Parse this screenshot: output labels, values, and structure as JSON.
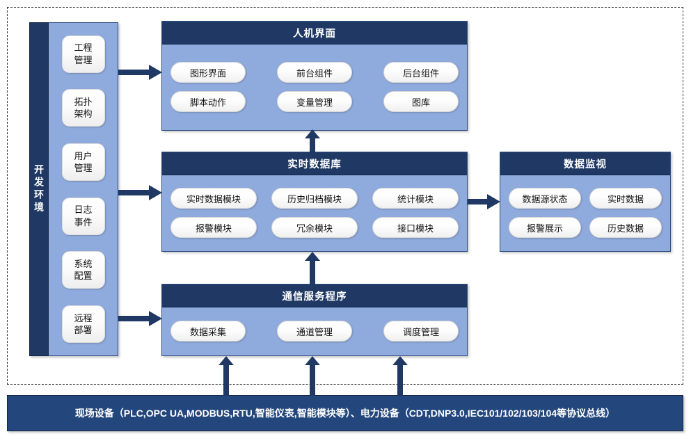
{
  "boundary": {
    "name": "system-boundary"
  },
  "dev_env": {
    "label": "开发环境",
    "buttons": [
      {
        "line1": "工程",
        "line2": "管理"
      },
      {
        "line1": "拓扑",
        "line2": "架构"
      },
      {
        "line1": "用户",
        "line2": "管理"
      },
      {
        "line1": "日志",
        "line2": "事件"
      },
      {
        "line1": "系统",
        "line2": "配置"
      },
      {
        "line1": "远程",
        "line2": "部署"
      }
    ]
  },
  "panels": {
    "hmi": {
      "title": "人机界面",
      "row1": [
        "图形界面",
        "前台组件",
        "后台组件"
      ],
      "row2": [
        "脚本动作",
        "变量管理",
        "图库"
      ]
    },
    "rtdb": {
      "title": "实时数据库",
      "row1": [
        "实时数据模块",
        "历史归档模块",
        "统计模块"
      ],
      "row2": [
        "报警模块",
        "冗余模块",
        "接口模块"
      ]
    },
    "comm": {
      "title": "通信服务程序",
      "row1": [
        "数据采集",
        "通道管理",
        "调度管理"
      ]
    },
    "monitor": {
      "title": "数据监视",
      "row1": [
        "数据源状态",
        "实时数据"
      ],
      "row2": [
        "报警展示",
        "历史数据"
      ]
    }
  },
  "device_bar": {
    "text": "现场设备（PLC,OPC UA,MODBUS,RTU,智能仪表,智能模块等）、电力设备（CDT,DNP3.0,IEC101/102/103/104等协议总线）"
  },
  "colors": {
    "header_navy": "#1F3864",
    "panel_blue": "#8FAADC",
    "device_bar": "#23477c",
    "arrow": "#1F3864",
    "pill": "#ffffff"
  }
}
